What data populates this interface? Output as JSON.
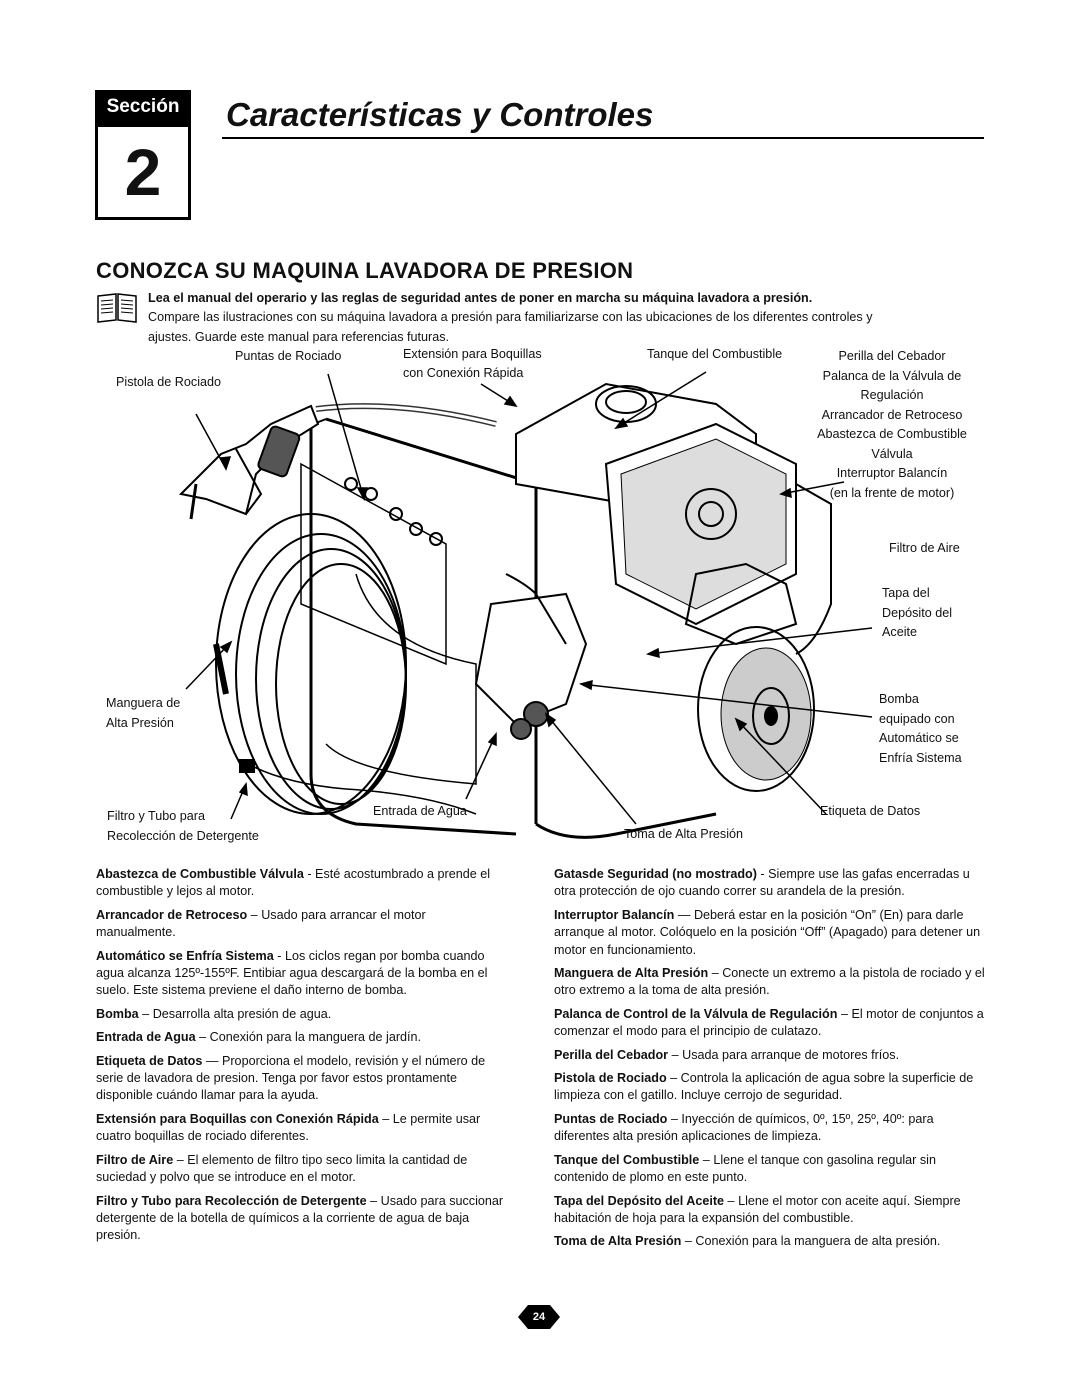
{
  "section": {
    "tab_label": "Sección",
    "number": "2",
    "title": "Características y Controles"
  },
  "heading": "CONOZCA SU MAQUINA LAVADORA DE PRESION",
  "intro": {
    "lead": "Lea el manual del operario y las reglas de seguridad antes de poner en marcha su máquina lavadora a presión.",
    "rest_line1": "Compare las ilustraciones con su máquina lavadora a presión para familiarizarse con las ubicaciones de los diferentes controles y",
    "rest_line2": "ajustes. Guarde este manual para referencias futuras."
  },
  "diagram_labels": {
    "puntas": "Puntas de Rociado",
    "pistola": "Pistola de Rociado",
    "extension_1": "Extensión para Boquillas",
    "extension_2": "con Conexión Rápida",
    "tanque": "Tanque del Combustible",
    "right_list": [
      "Perilla del Cebador",
      "Palanca de la Válvula de",
      "Regulación",
      "Arrancador de Retroceso",
      "Abastezca de Combustible",
      "Válvula",
      "Interruptor Balancín",
      "(en la frente de motor)"
    ],
    "filtro_aire": "Filtro de Aire",
    "tapa": [
      "Tapa del",
      "Depósito del",
      "Aceite"
    ],
    "bomba": [
      "Bomba",
      "equipado con",
      "Automático se",
      "Enfría Sistema"
    ],
    "manguera": [
      "Manguera de",
      "Alta Presión"
    ],
    "filtro_tubo": [
      "Filtro y Tubo para",
      "Recolección de Detergente"
    ],
    "entrada": "Entrada de Agua",
    "toma": "Toma de Alta Presión",
    "etiqueta": "Etiqueta de Datos"
  },
  "left_column": [
    {
      "term": "Abastezca de Combustible Válvula",
      "text": " - Esté acostumbrado a prende el combustible y lejos al motor."
    },
    {
      "term": "Arrancador de Retroceso",
      "text": " – Usado para arrancar el motor manualmente."
    },
    {
      "term": "Automático se Enfría Sistema",
      "text": " - Los ciclos regan por bomba cuando agua alcanza 125º-155ºF. Entibiar agua descargará de la bomba en el suelo. Este sistema previene el daño interno de bomba."
    },
    {
      "term": "Bomba",
      "text": " – Desarrolla alta presión de agua."
    },
    {
      "term": "Entrada de Agua",
      "text": " – Conexión para la manguera de jardín."
    },
    {
      "term": "Etiqueta de Datos",
      "text": " — Proporciona el modelo, revisión y el número de serie de lavadora de presion. Tenga por favor estos prontamente disponible cuándo llamar para la ayuda."
    },
    {
      "term": "Extensión para Boquillas con Conexión Rápida",
      "text": " – Le permite usar cuatro boquillas de rociado diferentes."
    },
    {
      "term": "Filtro de Aire",
      "text": " – El elemento de filtro tipo seco limita la cantidad de suciedad y polvo que se introduce en el motor."
    },
    {
      "term": "Filtro y Tubo para Recolección de Detergente",
      "text": " – Usado para succionar detergente de la botella de químicos a la corriente de agua de baja presión."
    }
  ],
  "right_column": [
    {
      "term": "Gatasde Seguridad (no mostrado)",
      "text": " - Siempre use las gafas encerradas u otra protección de ojo cuando correr su arandela de la presión."
    },
    {
      "term": "Interruptor Balancín",
      "text": " — Deberá estar en la posición “On” (En) para darle arranque al motor. Colóquelo en la posición “Off” (Apagado) para detener un motor en funcionamiento."
    },
    {
      "term": "Manguera de Alta Presión",
      "text": " – Conecte un extremo a la pistola de rociado y el otro extremo a la toma de alta presión."
    },
    {
      "term": "Palanca de Control de la Válvula de Regulación",
      "text": " – El motor de conjuntos a comenzar el modo para el principio de culatazo."
    },
    {
      "term": "Perilla del Cebador",
      "text": " – Usada para arranque de motores fríos."
    },
    {
      "term": "Pistola de Rociado",
      "text": " – Controla la aplicación de agua sobre la superficie de limpieza con el gatillo. Incluye cerrojo de seguridad."
    },
    {
      "term": "Puntas de Rociado",
      "text": " – Inyección de químicos, 0º, 15º, 25º, 40º: para diferentes alta presión aplicaciones de limpieza."
    },
    {
      "term": "Tanque del Combustible",
      "text": " – Llene el tanque con gasolina regular sin contenido de plomo en este punto."
    },
    {
      "term": "Tapa del Depósito del Aceite",
      "text": " – Llene el motor con aceite aquí. Siempre habitación de hoja para la expansión del combustible."
    },
    {
      "term": "Toma de Alta Presión",
      "text": " – Conexión para la manguera de alta presión."
    }
  ],
  "page_number": "24"
}
